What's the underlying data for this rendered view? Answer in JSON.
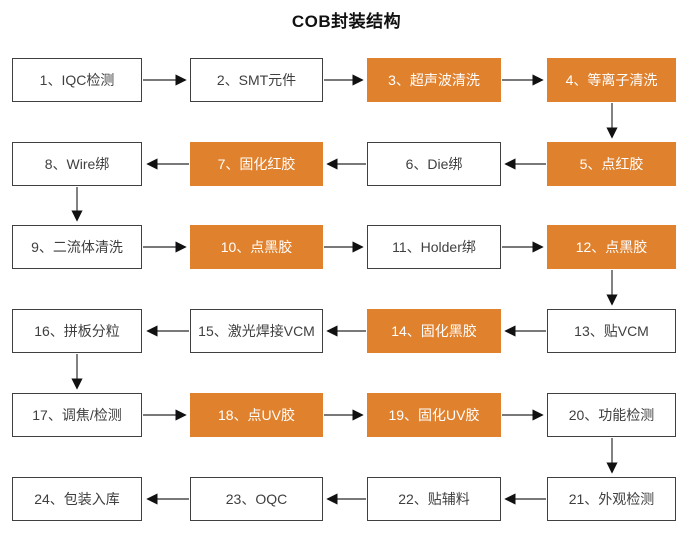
{
  "title": "COB封装结构",
  "colors": {
    "accent_orange": "#e0812e",
    "box_border": "#404040",
    "box_text": "#3f3f3f",
    "accent_text": "#ffffff",
    "arrow": "#4d4d4d"
  },
  "nodes": [
    {
      "id": 1,
      "label": "1、IQC检测",
      "highlighted": false
    },
    {
      "id": 2,
      "label": "2、SMT元件",
      "highlighted": false
    },
    {
      "id": 3,
      "label": "3、超声波清洗",
      "highlighted": true
    },
    {
      "id": 4,
      "label": "4、等离子清洗",
      "highlighted": true
    },
    {
      "id": 5,
      "label": "5、点红胶",
      "highlighted": true
    },
    {
      "id": 6,
      "label": "6、Die绑",
      "highlighted": false
    },
    {
      "id": 7,
      "label": "7、固化红胶",
      "highlighted": true
    },
    {
      "id": 8,
      "label": "8、Wire绑",
      "highlighted": false
    },
    {
      "id": 9,
      "label": "9、二流体清洗",
      "highlighted": false
    },
    {
      "id": 10,
      "label": "10、点黑胶",
      "highlighted": true
    },
    {
      "id": 11,
      "label": "11、Holder绑",
      "highlighted": false
    },
    {
      "id": 12,
      "label": "12、点黑胶",
      "highlighted": true
    },
    {
      "id": 13,
      "label": "13、贴VCM",
      "highlighted": false
    },
    {
      "id": 14,
      "label": "14、固化黑胶",
      "highlighted": true
    },
    {
      "id": 15,
      "label": "15、激光焊接VCM",
      "highlighted": false
    },
    {
      "id": 16,
      "label": "16、拼板分粒",
      "highlighted": false
    },
    {
      "id": 17,
      "label": "17、调焦/检测",
      "highlighted": false
    },
    {
      "id": 18,
      "label": "18、点UV胶",
      "highlighted": true
    },
    {
      "id": 19,
      "label": "19、固化UV胶",
      "highlighted": true
    },
    {
      "id": 20,
      "label": "20、功能检测",
      "highlighted": false
    },
    {
      "id": 21,
      "label": "21、外观检测",
      "highlighted": false
    },
    {
      "id": 22,
      "label": "22、贴辅料",
      "highlighted": false
    },
    {
      "id": 23,
      "label": "23、OQC",
      "highlighted": false
    },
    {
      "id": 24,
      "label": "24、包装入库",
      "highlighted": false
    }
  ],
  "flow_order": "1→2→3→4→5→6→7→8→9→10→11→12→13→14→15→16→17→18→19→20→21→22→23→24"
}
